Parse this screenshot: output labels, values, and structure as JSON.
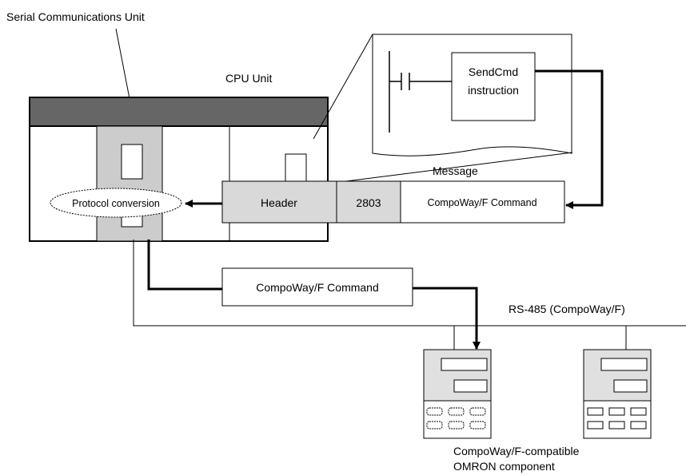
{
  "labels": {
    "serial_unit": "Serial Communications Unit",
    "cpu_unit": "CPU Unit",
    "send_cmd_line1": "SendCmd",
    "send_cmd_line2": "instruction",
    "message": "Message",
    "header": "Header",
    "code": "2803",
    "compoway_command": "CompoWay/F Command",
    "protocol_conversion": "Protocol conversion",
    "serial_command": "CompoWay/F Command",
    "rs485": "RS-485 (CompoWay/F)",
    "component_line1": "CompoWay/F-compatible",
    "component_line2": "OMRON component"
  },
  "colors": {
    "unit_bar": "#666666",
    "module_fill": "#cccccc",
    "header_fill": "#d9d9d9",
    "device_fill": "#e0e0e0",
    "line": "#000000"
  }
}
